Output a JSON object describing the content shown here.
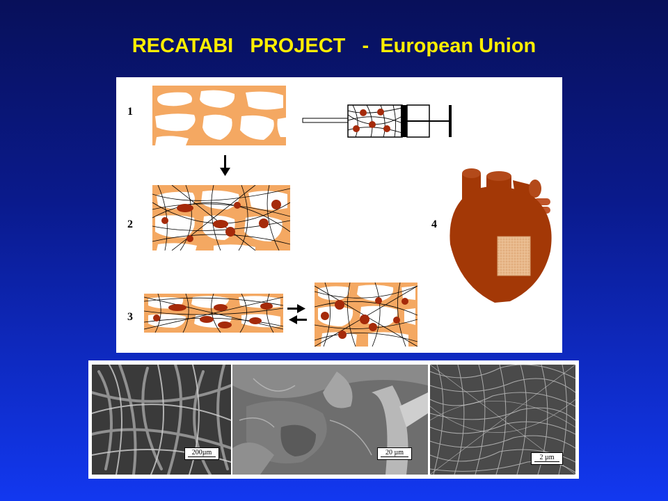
{
  "title": "RECATABI   PROJECT   -  European Union",
  "diagram": {
    "step_labels": [
      "1",
      "2",
      "3",
      "4"
    ]
  },
  "micrographs": {
    "scale_bars": [
      "200µm",
      "20 µm",
      "2 µm"
    ]
  },
  "colors": {
    "scaffold": "#f4a862",
    "cell": "#a52a0a",
    "heart": "#a33806",
    "patch": "#e8b98c",
    "title": "#ffee00"
  }
}
